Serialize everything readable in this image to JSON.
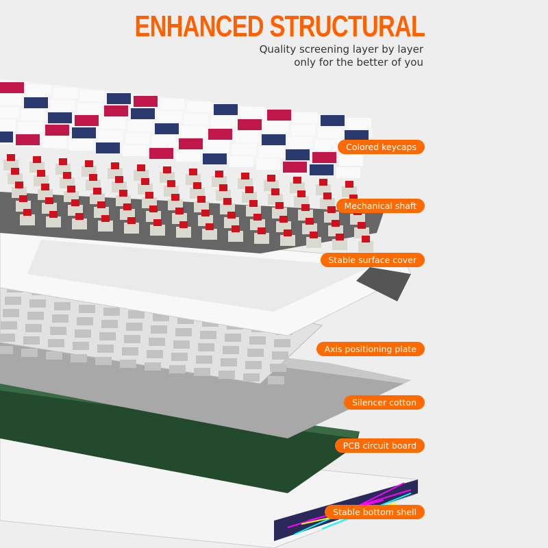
{
  "header": {
    "title": "ENHANCED STRUCTURAL",
    "subtitle_line1": "Quality screening layer by layer",
    "subtitle_line2": "only for the better of you"
  },
  "layers": [
    {
      "label": "Colored keycaps"
    },
    {
      "label": "Mechanical shaft"
    },
    {
      "label": "Stable surface cover"
    },
    {
      "label": "Axis positioning plate"
    },
    {
      "label": "Silencer cotton"
    },
    {
      "label": "PCB circuit board"
    },
    {
      "label": "Stable bottom shell"
    }
  ],
  "colors": {
    "accent": "#ff6a00",
    "keycap_navy": "#2b3a6e",
    "keycap_red": "#c0184a",
    "pcb": "#234a2c"
  }
}
